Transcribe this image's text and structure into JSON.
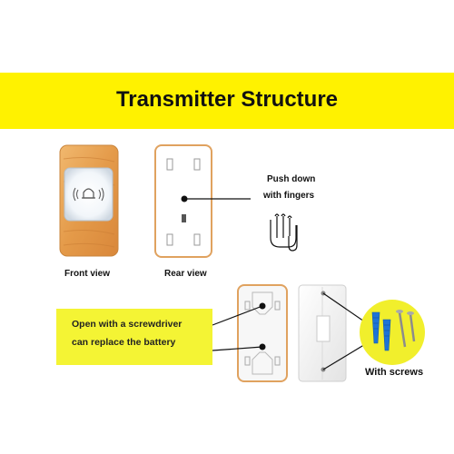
{
  "header": {
    "title": "Transmitter Structure"
  },
  "labels": {
    "front_view": "Front view",
    "rear_view": "Rear view",
    "push_down_line1": "Push down",
    "push_down_line2": "with  fingers",
    "open_line1": "Open with a screwdriver",
    "open_line2": "can replace the battery",
    "with_screws": "With screws"
  },
  "icons": [
    "bell-icon",
    "pointing-finger-icon",
    "wall-anchor-icon",
    "screw-icon"
  ],
  "colors": {
    "banner": "#fff200",
    "box": "#f4f434",
    "wood": "#e8a255",
    "anchor_blue": "#1e74d6",
    "screw_circle": "#f1ef2c"
  }
}
